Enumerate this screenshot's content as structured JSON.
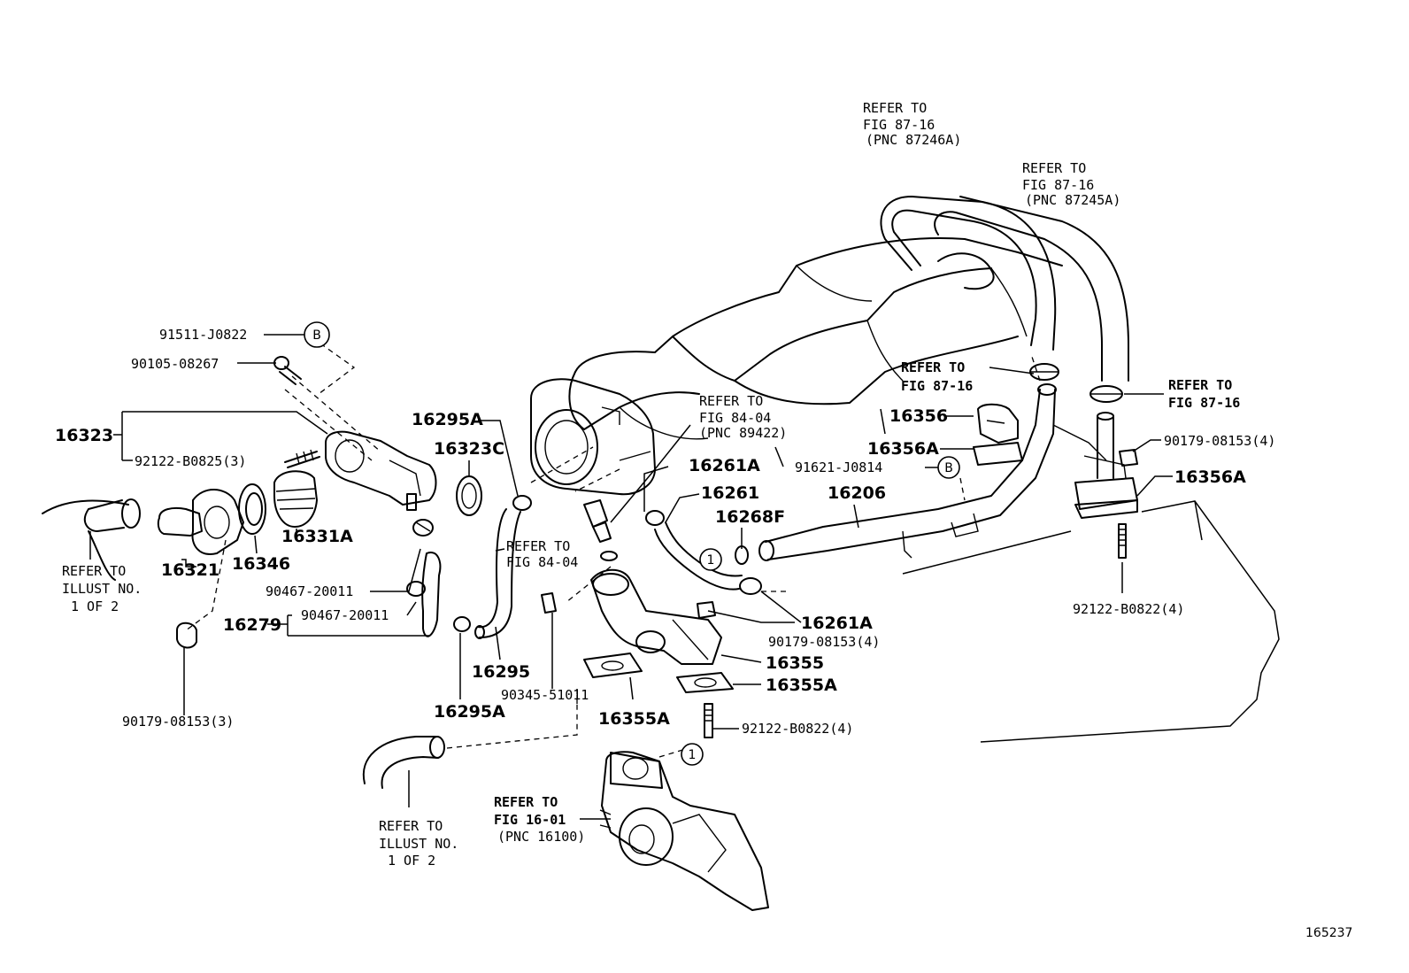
{
  "diagram_id": "165237",
  "labels": {
    "refer_87246a_1": "REFER TO",
    "refer_87246a_2": "FIG 87-16",
    "refer_87246a_3": "(PNC 87246A)",
    "refer_87245a_1": "REFER TO",
    "refer_87245a_2": "FIG 87-16",
    "refer_87245a_3": "(PNC 87245A)",
    "refer_8716_left_1": "REFER TO",
    "refer_8716_left_2": "FIG 87-16",
    "refer_8716_right_1": "REFER TO",
    "refer_8716_right_2": "FIG 87-16",
    "p91511": "91511-J0822",
    "p90105": "90105-08267",
    "p16323": "16323",
    "p92122_3": "92122-B0825(3)",
    "p16295a_top": "16295A",
    "p16323c": "16323C",
    "refer_8404_top_1": "REFER TO",
    "refer_8404_top_2": "FIG 84-04",
    "refer_8404_top_3": "(PNC 89422)",
    "p16261a_top": "16261A",
    "p16261": "16261",
    "p16268f": "16268F",
    "p16206": "16206",
    "p91621": "91621-J0814",
    "p16356": "16356",
    "p16356a_left": "16356A",
    "p16356a_right": "16356A",
    "p90179_4_right": "90179-08153(4)",
    "p92122_4_right": "92122-B0822(4)",
    "p16321": "16321",
    "p16346": "16346",
    "p16331a": "16331A",
    "refer_illust_left_1": "REFER TO",
    "refer_illust_left_2": "ILLUST NO.",
    "refer_illust_left_3": "1 OF 2",
    "p90467_a": "90467-20011",
    "p90467_b": "90467-20011",
    "p16279": "16279",
    "refer_8404_mid_1": "REFER TO",
    "refer_8404_mid_2": "FIG 84-04",
    "p16261a_bottom": "16261A",
    "p90179_4_mid": "90179-08153(4)",
    "p16355": "16355",
    "p16355a_right": "16355A",
    "p16295": "16295",
    "p90345": "90345-51011",
    "p16355a_left": "16355A",
    "p92122_4_mid": "92122-B0822(4)",
    "p16295a_bottom": "16295A",
    "p90179_3": "90179-08153(3)",
    "refer_illust_bottom_1": "REFER TO",
    "refer_illust_bottom_2": "ILLUST NO.",
    "refer_illust_bottom_3": "1 OF 2",
    "refer_1601_1": "REFER TO",
    "refer_1601_2": "FIG 16-01",
    "refer_1601_3": "(PNC 16100)",
    "marker_b": "B",
    "marker_1": "1"
  }
}
